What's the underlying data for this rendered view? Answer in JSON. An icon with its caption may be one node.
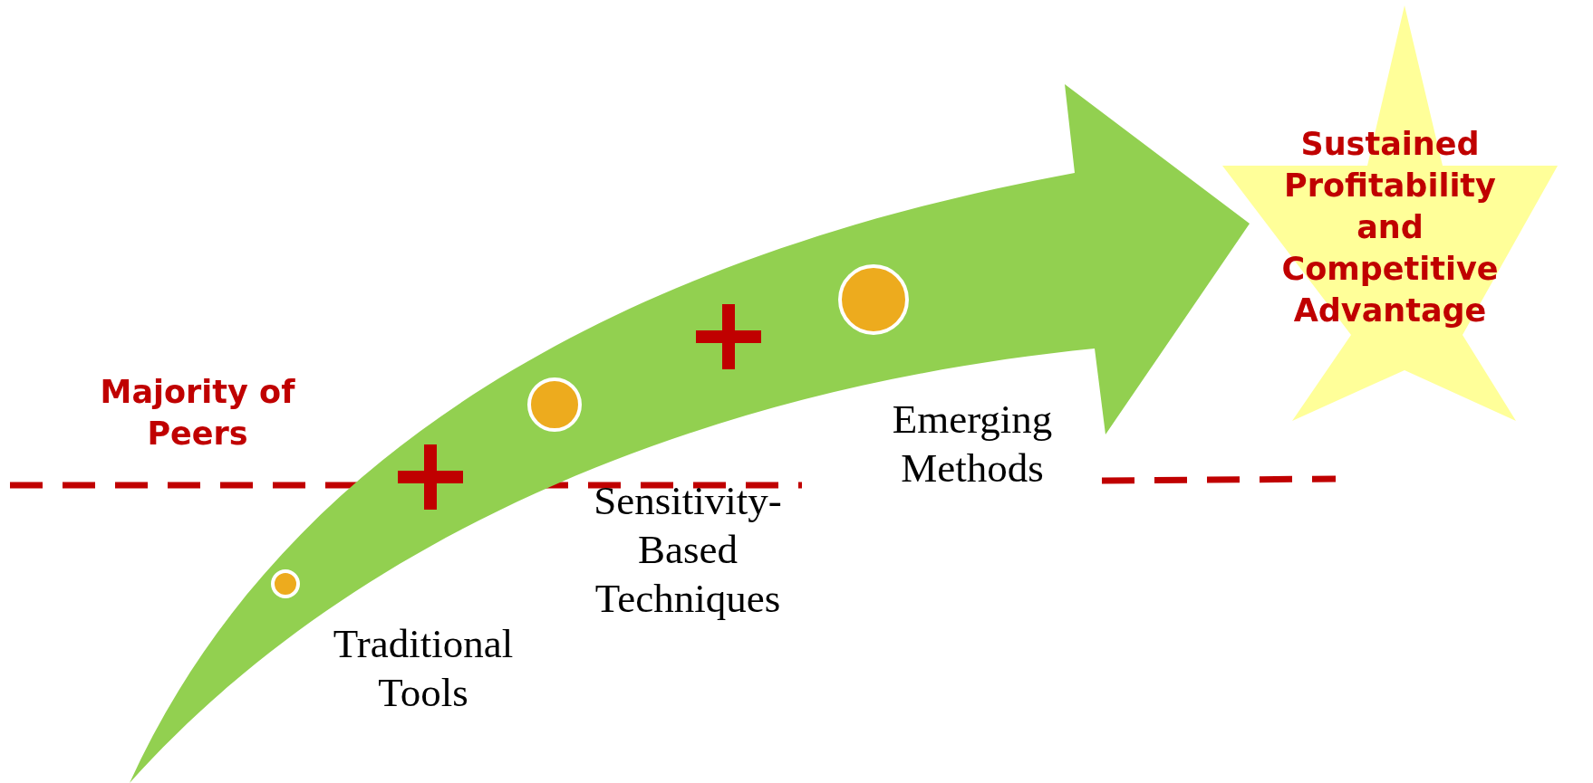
{
  "diagram": {
    "nodes": [
      {
        "text": [
          "Traditional Tools"
        ]
      },
      {
        "text": [
          "Sensitivity-Based Techniques"
        ]
      },
      {
        "text": [
          "Emerging Methods"
        ]
      },
      {
        "text": [
          "Sustained Profitability and Competitive Advantage"
        ]
      }
    ],
    "edges": [
      {
        "from": null,
        "to": 3,
        "arrow": "to"
      }
    ],
    "labels": [
      "Majority of Peers"
    ]
  }
}
